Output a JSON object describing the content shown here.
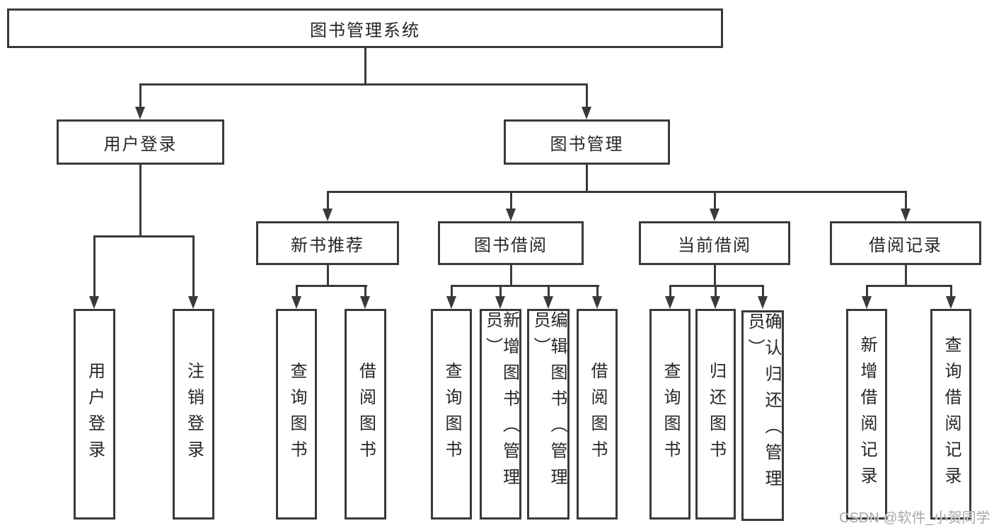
{
  "colors": {
    "line": "#3a3a3a",
    "text": "#262626",
    "watermark": "#a9a9a9"
  },
  "diagram": {
    "title": "图书管理系统",
    "level2": [
      "用户登录",
      "图书管理"
    ],
    "level3": [
      "新书推荐",
      "图书借阅",
      "当前借阅",
      "借阅记录"
    ],
    "leaves": [
      [
        "用户登录",
        "注销登录"
      ],
      [
        "查询图书",
        "借阅图书"
      ],
      [
        "查询图书",
        "新增图书（管理员）",
        "编辑图书（管理员）",
        "借阅图书"
      ],
      [
        "查询图书",
        "归还图书",
        "确认归还（管理员）"
      ],
      [
        "新增借阅记录",
        "查询借阅记录"
      ]
    ]
  },
  "watermark": "CSDN @软件_小贺同学"
}
